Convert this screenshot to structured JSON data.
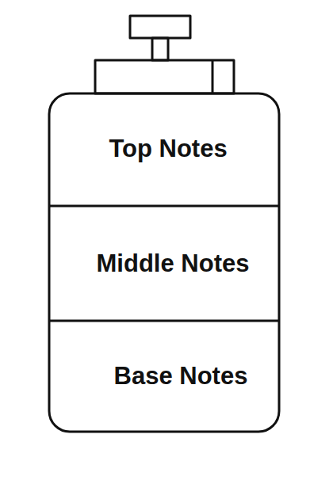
{
  "diagram": {
    "nodes": [
      {
        "text": [
          "Top Notes"
        ]
      },
      {
        "text": [
          "Middle Notes"
        ]
      },
      {
        "text": [
          "Base Notes"
        ]
      }
    ]
  }
}
